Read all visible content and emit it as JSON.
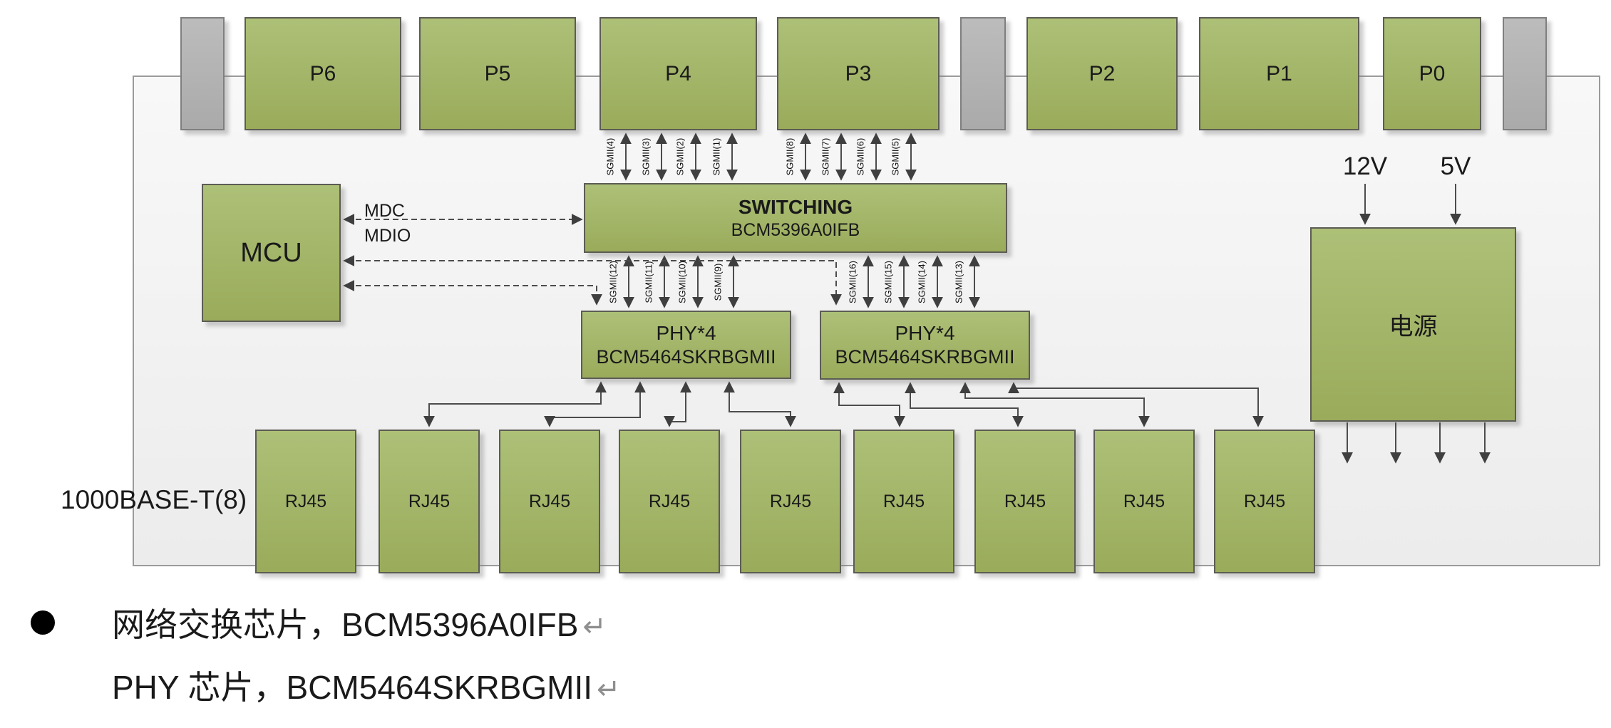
{
  "diagram": {
    "board_name": "switch-board",
    "top_ports": {
      "items": [
        {
          "label": "P6"
        },
        {
          "label": "P5"
        },
        {
          "label": "P4"
        },
        {
          "label": "P3"
        },
        {
          "label": "P2"
        },
        {
          "label": "P1"
        },
        {
          "label": "P0"
        }
      ]
    },
    "mcu": {
      "label": "MCU"
    },
    "switching": {
      "title": "SWITCHING",
      "chip": "BCM5396A0IFB"
    },
    "phy_left": {
      "title": "PHY*4",
      "chip": "BCM5464SKRBGMII"
    },
    "phy_right": {
      "title": "PHY*4",
      "chip": "BCM5464SKRBGMII"
    },
    "power": {
      "label": "电源",
      "inputs": {
        "v12": "12V",
        "v5": "5V"
      }
    },
    "bus_labels": {
      "mdc": "MDC",
      "mdio": "MDIO"
    },
    "rj45": {
      "side_label": "1000BASE-T(8)",
      "items": [
        "RJ45",
        "RJ45",
        "RJ45",
        "RJ45",
        "RJ45",
        "RJ45",
        "RJ45",
        "RJ45",
        "RJ45"
      ]
    },
    "sgmii": {
      "top_left": [
        "SGMII(4)",
        "SGMII(3)",
        "SGMII(2)",
        "SGMII(1)"
      ],
      "top_right": [
        "SGMII(8)",
        "SGMII(7)",
        "SGMII(6)",
        "SGMII(5)"
      ],
      "bottom_left": [
        "SGMII(12)",
        "SGMII(11)",
        "SGMII(10)",
        "SGMII(9)"
      ],
      "bottom_right": [
        "SGMII(16)",
        "SGMII(15)",
        "SGMII(14)",
        "SGMII(13)"
      ]
    }
  },
  "notes": [
    {
      "text": "网络交换芯片，BCM5396A0IFB",
      "return_mark": "↵"
    },
    {
      "text": "PHY 芯片，BCM5464SKRBGMII",
      "return_mark": "↵"
    }
  ],
  "colors": {
    "block_green_top": "#adc077",
    "block_green_bottom": "#9aab5b",
    "spacer_gray": "#b4b4b4",
    "board_fill": "#f2f2f2",
    "line": "#4c4c4c",
    "arrowhead": "#3f3f3f",
    "return_mark_gray": "#8f8f8f"
  }
}
